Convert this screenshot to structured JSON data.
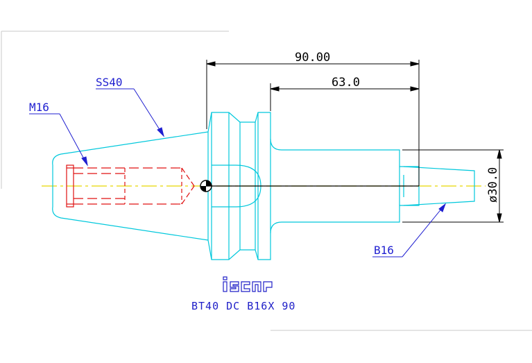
{
  "drawing": {
    "dimensions": {
      "overall_length": "90.00",
      "projection_length": "63.0",
      "shank_diameter": "ø30.0"
    },
    "callouts": {
      "taper": "SS40",
      "thread": "M16",
      "collet_taper": "B16"
    },
    "logo_text": "iscar",
    "part_designation": "BT40 DC B16X 90",
    "colors": {
      "body_outline": "#00c8dc",
      "thread_hidden": "#e01010",
      "centerline": "#e8d800",
      "dimension": "#000000",
      "callout": "#1f1fd0",
      "page_border": "#c8c8c8"
    }
  }
}
